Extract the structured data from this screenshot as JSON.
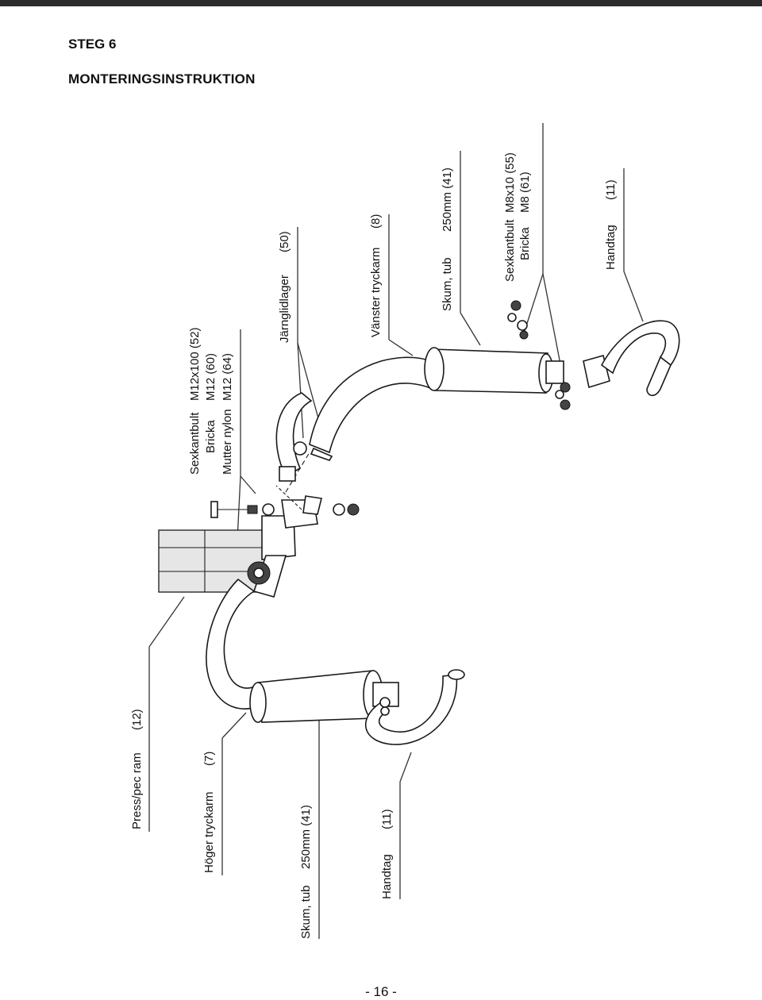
{
  "header": {
    "step": "STEG 6",
    "title": "MONTERINGSINSTRUKTION"
  },
  "labels": {
    "press_pec_ram": {
      "name": "Press/pec ram",
      "code": "(12)"
    },
    "hoger_tryckarm": {
      "name": "Höger tryckarm",
      "code": "(7)"
    },
    "skum_tub_left": {
      "name": "Skum, tub",
      "code": "250mm (41)"
    },
    "handtag_left": {
      "name": "Handtag",
      "code": "(11)"
    },
    "sexkantbult_1": {
      "name": "Sexkantbult",
      "code": "M12x100 (52)"
    },
    "bricka_1": {
      "name": "Bricka",
      "code": "M12 (60)"
    },
    "mutter_nylon": {
      "name": "Mutter nylon",
      "code": "M12 (64)"
    },
    "jarnglidlager": {
      "name": "Järnglidlager",
      "code": "(50)"
    },
    "vanster_tryckarm": {
      "name": "Vänster tryckarm",
      "code": "(8)"
    },
    "skum_tub_right": {
      "name": "Skum, tub",
      "code": "250mm (41)"
    },
    "sexkantbult_2": {
      "name": "Sexkantbult",
      "code": "M8x10 (55)"
    },
    "bricka_2": {
      "name": "Bricka",
      "code": "M8 (61)"
    },
    "handtag_right": {
      "name": "Handtag",
      "code": "(11)"
    }
  },
  "footer": {
    "page_number": "- 16 -"
  }
}
